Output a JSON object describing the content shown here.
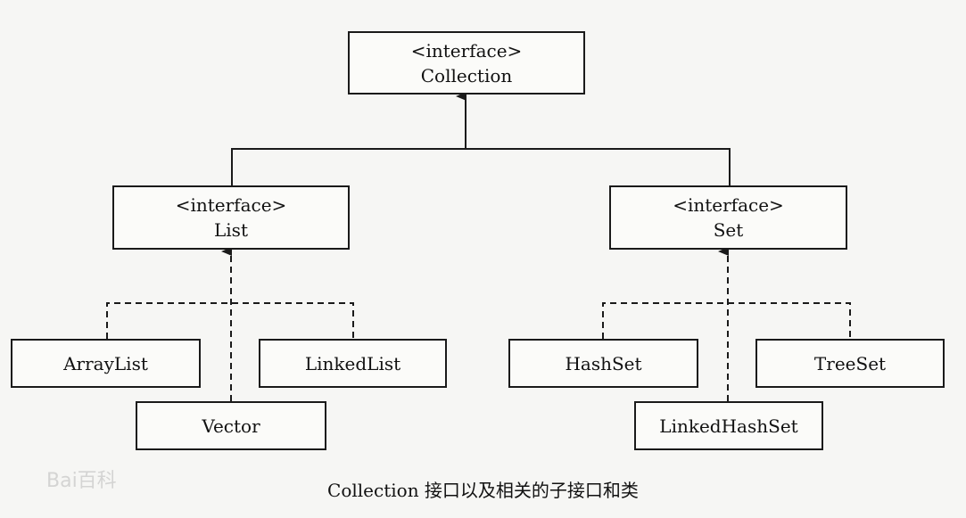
{
  "diagram": {
    "nodes": {
      "collection": {
        "stereotype": "<interface>",
        "name": "Collection"
      },
      "list": {
        "stereotype": "<interface>",
        "name": "List"
      },
      "set": {
        "stereotype": "<interface>",
        "name": "Set"
      },
      "arraylist": {
        "name": "ArrayList"
      },
      "linkedlist": {
        "name": "LinkedList"
      },
      "vector": {
        "name": "Vector"
      },
      "hashset": {
        "name": "HashSet"
      },
      "treeset": {
        "name": "TreeSet"
      },
      "linkedhashset": {
        "name": "LinkedHashSet"
      }
    },
    "edges": [
      {
        "from": "list",
        "to": "collection",
        "style": "solid",
        "head": "filled-arrow"
      },
      {
        "from": "set",
        "to": "collection",
        "style": "solid",
        "head": "filled-arrow"
      },
      {
        "from": "arraylist",
        "to": "list",
        "style": "dashed",
        "head": "filled-arrow"
      },
      {
        "from": "linkedlist",
        "to": "list",
        "style": "dashed",
        "head": "filled-arrow"
      },
      {
        "from": "vector",
        "to": "list",
        "style": "dashed",
        "head": "filled-arrow"
      },
      {
        "from": "hashset",
        "to": "set",
        "style": "dashed",
        "head": "filled-arrow"
      },
      {
        "from": "treeset",
        "to": "set",
        "style": "dashed",
        "head": "filled-arrow"
      },
      {
        "from": "linkedhashset",
        "to": "set",
        "style": "dashed",
        "head": "filled-arrow"
      }
    ]
  },
  "caption": "Collection 接口以及相关的子接口和类",
  "watermark": "Bai百科"
}
